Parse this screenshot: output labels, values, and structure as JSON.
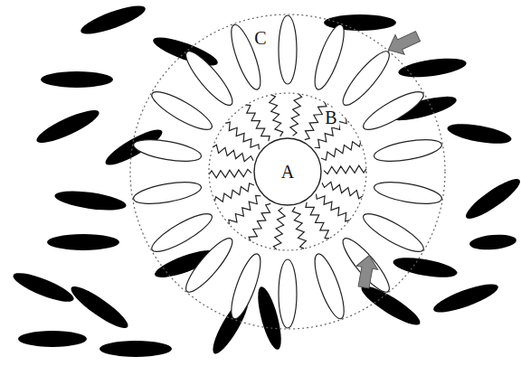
{
  "diagram": {
    "nodes": [
      {
        "text": [
          "C"
        ]
      },
      {
        "text": [
          "B"
        ],
        "in": 0
      },
      {
        "text": [
          "A"
        ],
        "in": 1
      }
    ]
  }
}
